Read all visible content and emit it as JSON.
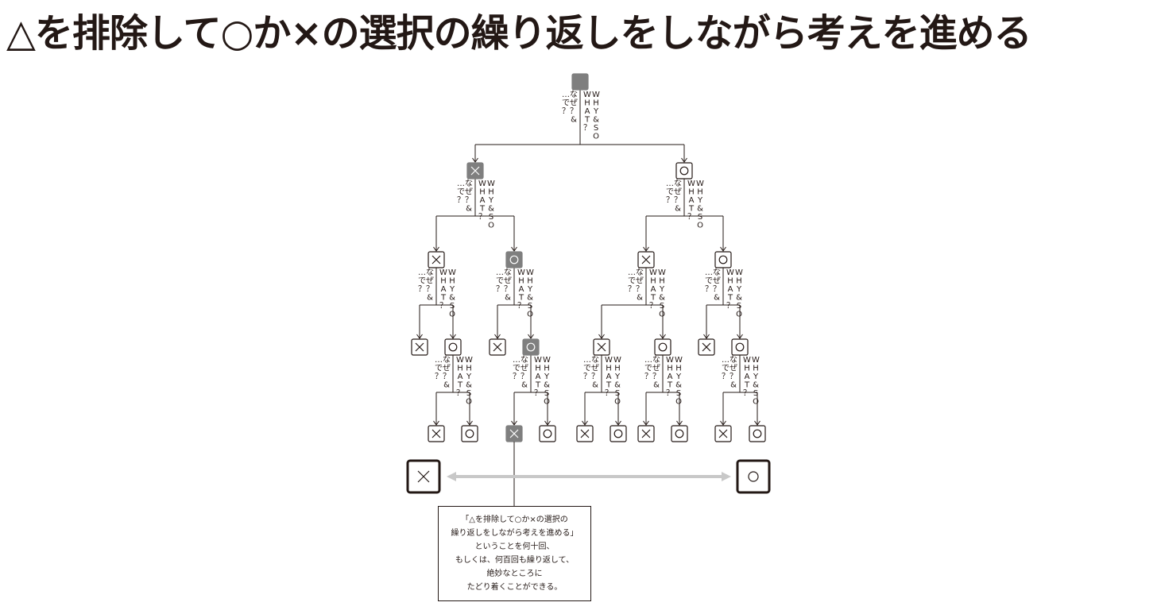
{
  "title": "△を排除して○か×の選択の繰り返しをしながら考えを進める",
  "labels": {
    "left_lines": [
      "なぜ？&",
      "…で？"
    ],
    "right_lines": [
      "WHY&SO",
      "WHAT？"
    ]
  },
  "node_legend": {
    "cross": "×",
    "circle": "○",
    "blank": ""
  },
  "colors": {
    "ink": "#231815",
    "highlight": "#7f7f7f",
    "range_bar": "#c8c8c8"
  },
  "tree": {
    "symbol": "blank",
    "selected": true,
    "branch": true,
    "children": [
      {
        "symbol": "cross",
        "selected": true,
        "branch": true,
        "children": [
          {
            "symbol": "cross",
            "selected": false,
            "branch": true,
            "children": [
              {
                "symbol": "cross",
                "selected": false,
                "branch": false,
                "children": []
              },
              {
                "symbol": "circle",
                "selected": false,
                "branch": true,
                "children": [
                  {
                    "symbol": "cross",
                    "selected": false,
                    "branch": false,
                    "children": []
                  },
                  {
                    "symbol": "circle",
                    "selected": false,
                    "branch": false,
                    "children": []
                  }
                ]
              }
            ]
          },
          {
            "symbol": "circle",
            "selected": true,
            "branch": true,
            "children": [
              {
                "symbol": "cross",
                "selected": false,
                "branch": false,
                "children": []
              },
              {
                "symbol": "circle",
                "selected": true,
                "branch": true,
                "children": [
                  {
                    "symbol": "cross",
                    "selected": true,
                    "branch": false,
                    "children": []
                  },
                  {
                    "symbol": "circle",
                    "selected": false,
                    "branch": false,
                    "children": []
                  }
                ]
              }
            ]
          }
        ]
      },
      {
        "symbol": "circle",
        "selected": false,
        "branch": true,
        "children": [
          {
            "symbol": "cross",
            "selected": false,
            "branch": true,
            "children": [
              {
                "symbol": "cross",
                "selected": false,
                "branch": true,
                "children": [
                  {
                    "symbol": "cross",
                    "selected": false,
                    "branch": false,
                    "children": []
                  },
                  {
                    "symbol": "circle",
                    "selected": false,
                    "branch": false,
                    "children": []
                  }
                ]
              },
              {
                "symbol": "circle",
                "selected": false,
                "branch": true,
                "children": [
                  {
                    "symbol": "cross",
                    "selected": false,
                    "branch": false,
                    "children": []
                  },
                  {
                    "symbol": "circle",
                    "selected": false,
                    "branch": false,
                    "children": []
                  }
                ]
              }
            ]
          },
          {
            "symbol": "circle",
            "selected": false,
            "branch": true,
            "children": [
              {
                "symbol": "cross",
                "selected": false,
                "branch": false,
                "children": []
              },
              {
                "symbol": "circle",
                "selected": false,
                "branch": true,
                "children": [
                  {
                    "symbol": "cross",
                    "selected": false,
                    "branch": false,
                    "children": []
                  },
                  {
                    "symbol": "circle",
                    "selected": false,
                    "branch": false,
                    "children": []
                  }
                ]
              }
            ]
          }
        ]
      }
    ]
  },
  "range": {
    "left_symbol": "cross",
    "right_symbol": "circle"
  },
  "note_lines": [
    "「△を排除して○か×の選択の",
    "繰り返しをしながら考えを進める」",
    "ということを何十回、",
    "もしくは、何百回も繰り返して、",
    "絶妙なところに",
    "たどり着くことができる。"
  ]
}
